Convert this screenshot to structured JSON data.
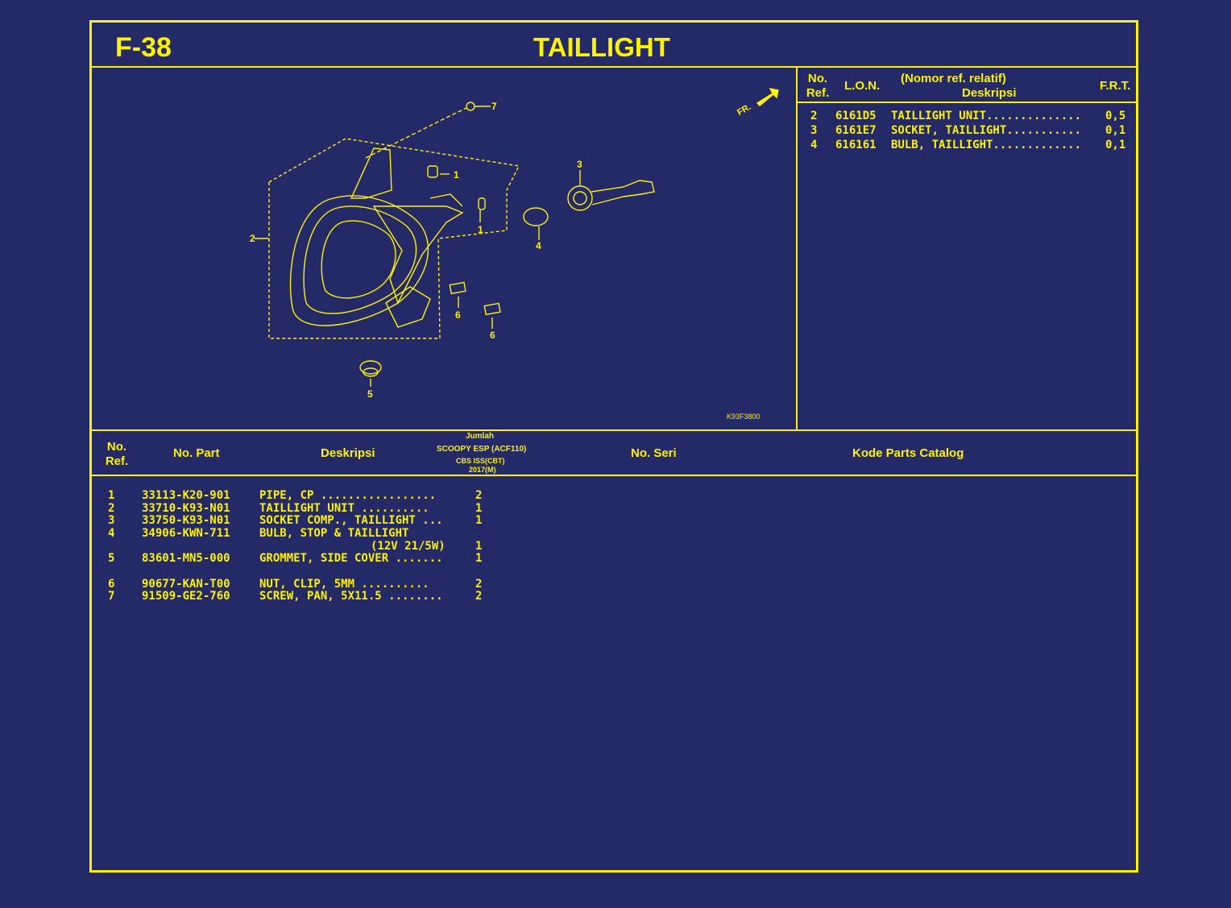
{
  "header": {
    "section": "F-38",
    "title": "TAILLIGHT"
  },
  "diagram": {
    "code": "K93F3800",
    "fr_label": "FR.",
    "callouts": [
      "1",
      "1",
      "2",
      "3",
      "4",
      "5",
      "6",
      "6",
      "7"
    ]
  },
  "lon_table": {
    "headers": {
      "no_ref": "No.\nRef.",
      "lon": "L.O.N.",
      "relative": "(Nomor ref. relatif)",
      "deskripsi": "Deskripsi",
      "frt": "F.R.T."
    },
    "rows": [
      {
        "ref": "2",
        "lon": "6161D5",
        "desc": "TAILLIGHT UNIT..............",
        "frt": "0,5"
      },
      {
        "ref": "3",
        "lon": "6161E7",
        "desc": "SOCKET, TAILLIGHT...........",
        "frt": "0,1"
      },
      {
        "ref": "4",
        "lon": "616161",
        "desc": "BULB, TAILLIGHT.............",
        "frt": "0,1"
      }
    ]
  },
  "parts_table": {
    "headers": {
      "no_ref": "No.\nRef.",
      "no_part": "No. Part",
      "deskripsi": "Deskripsi",
      "jumlah": "Jumlah",
      "model_1": "SCOOPY ESP (ACF110)",
      "model_2": "CBS ISS(CBT)",
      "model_3": "2017(M)",
      "no_seri": "No. Seri",
      "kode": "Kode Parts Catalog"
    },
    "rows": [
      {
        "ref": "1",
        "part": "33113-K20-901",
        "desc": "PIPE, CP .................",
        "qty": "2"
      },
      {
        "ref": "2",
        "part": "33710-K93-N01",
        "desc": "TAILLIGHT UNIT ..........",
        "qty": "1"
      },
      {
        "ref": "3",
        "part": "33750-K93-N01",
        "desc": "SOCKET COMP., TAILLIGHT ...",
        "qty": "1"
      },
      {
        "ref": "4",
        "part": "34906-KWN-711",
        "desc": "BULB, STOP & TAILLIGHT",
        "qty": ""
      },
      {
        "ref": "",
        "part": "",
        "desc": "(12V 21/5W)",
        "qty": "1"
      },
      {
        "ref": "5",
        "part": "83601-MN5-000",
        "desc": "GROMMET, SIDE COVER .......",
        "qty": "1"
      },
      {
        "ref": "6",
        "part": "90677-KAN-T00",
        "desc": "NUT, CLIP, 5MM ..........",
        "qty": "2"
      },
      {
        "ref": "7",
        "part": "91509-GE2-760",
        "desc": "SCREW, PAN, 5X11.5 ........",
        "qty": "2"
      }
    ]
  },
  "colors": {
    "background": "#242A68",
    "line": "#FFF200"
  }
}
